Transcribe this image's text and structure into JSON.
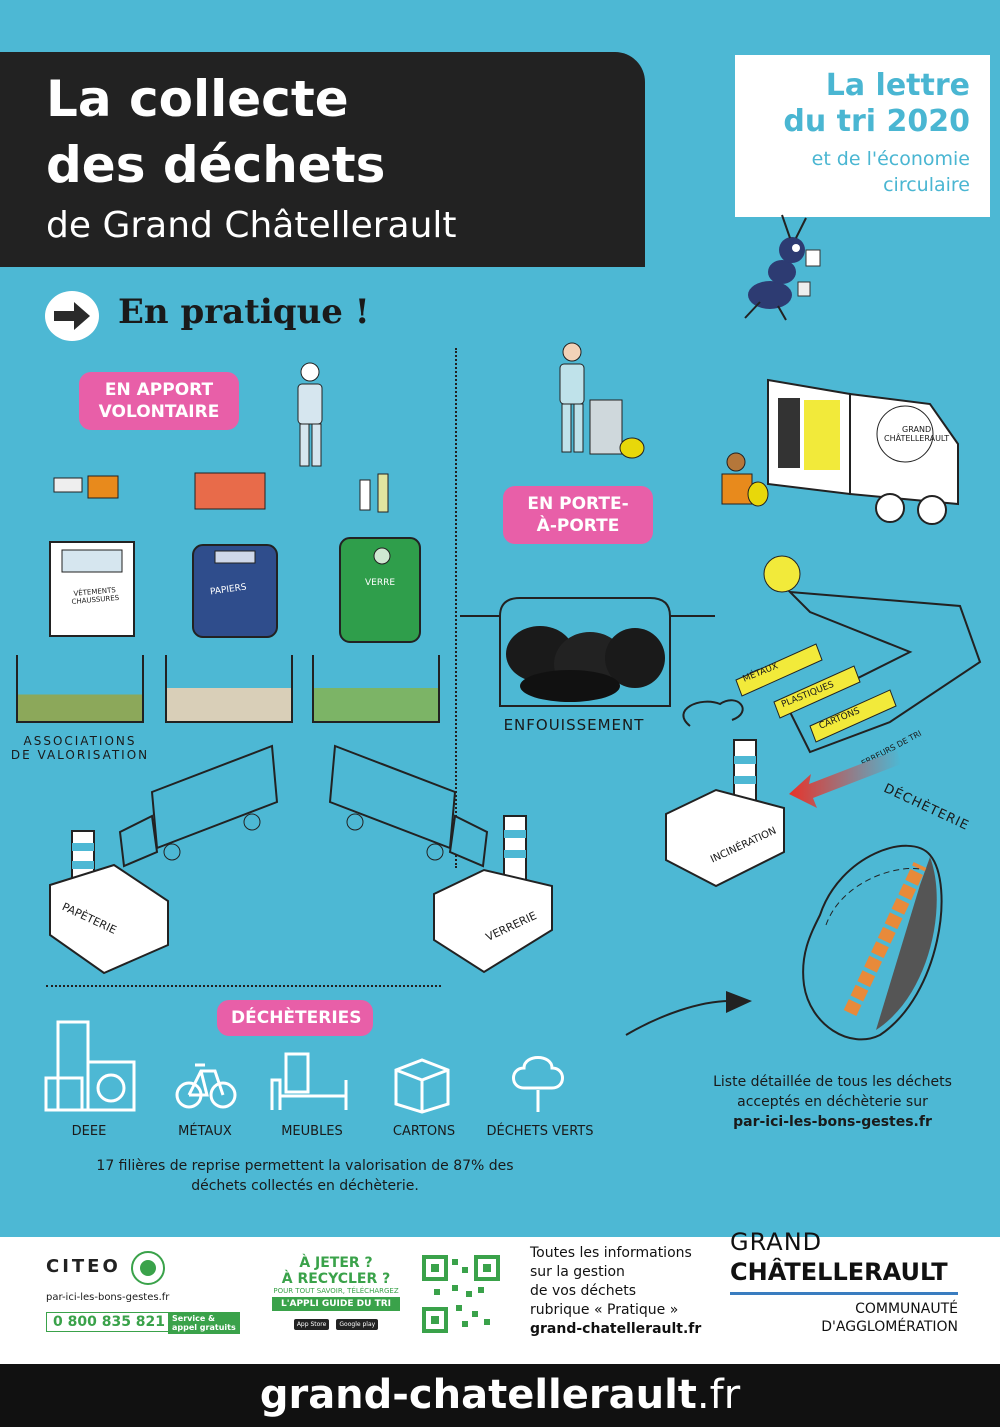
{
  "header": {
    "title_line1": "La collecte",
    "title_line2": "des déchets",
    "subtitle": "de Grand Châtellerault"
  },
  "lettre": {
    "line1": "La lettre",
    "line2": "du tri 2020",
    "line3": "et de l'économie",
    "line4": "circulaire"
  },
  "section_title": "En pratique !",
  "apport": {
    "pill_line1": "EN APPORT",
    "pill_line2": "VOLONTAIRE",
    "bin_textile_line1": "VÊTEMENTS",
    "bin_textile_line2": "CHAUSSURES",
    "bin_papier": "PAPIERS",
    "bin_verre": "VERRE",
    "assoc_line1": "ASSOCIATIONS",
    "assoc_line2": "DE VALORISATION",
    "factory_paper": "PAPÈTERIE",
    "factory_glass": "VERRERIE"
  },
  "porte": {
    "pill_line1": "EN PORTE-",
    "pill_line2": "À-PORTE",
    "truck_brand_line1": "GRAND",
    "truck_brand_line2": "CHÂTELLERAULT",
    "landfill": "ENFOUISSEMENT",
    "incineration": "INCINÉRATION",
    "sort_metaux": "MÉTAUX",
    "sort_plastiques": "PLASTIQUES",
    "sort_cartons": "CARTONS",
    "sort_erreurs": "ERREURS DE TRI",
    "decheterie_label": "DÉCHÈTERIE"
  },
  "decheteries": {
    "pill": "DÉCHÈTERIES",
    "items": [
      "DEEE",
      "MÉTAUX",
      "MEUBLES",
      "CARTONS",
      "DÉCHETS VERTS"
    ],
    "note_line1": "17 filières de reprise permettent la valorisation de 87% des",
    "note_line2": "déchets collectés en déchèterie.",
    "list_line1": "Liste détaillée de tous les déchets",
    "list_line2": "acceptés en déchèterie sur",
    "list_link": "par-ici-les-bons-gestes.fr"
  },
  "footer": {
    "citeo": "CITEO",
    "citeo_site": "par-ici-les-bons-gestes.fr",
    "phone": "0 800 835 821",
    "phone_tag": "Service & appel gratuits",
    "app_line1": "À JETER ?",
    "app_line2": "À RECYCLER ?",
    "app_line3": "POUR TOUT SAVOIR, TÉLÉCHARGEZ",
    "app_line4": "L'APPLI GUIDE DU TRI",
    "store1": "App Store",
    "store2": "Google play",
    "info_line1": "Toutes les informations",
    "info_line2": "sur la gestion",
    "info_line3": "de vos déchets",
    "info_line4": "rubrique « Pratique »",
    "info_link": "grand-chatellerault.fr",
    "gc_line1": "GRAND",
    "gc_line2": "CHÂTELLERAULT",
    "gc_line3": "COMMUNAUTÉ",
    "gc_line4": "D'AGGLOMÉRATION"
  },
  "bottom_url_main": "grand-chatellerault",
  "bottom_url_ext": ".fr",
  "colors": {
    "background": "#4db8d4",
    "pink": "#e85fa8",
    "green": "#3aa24a",
    "dark": "#222222"
  }
}
